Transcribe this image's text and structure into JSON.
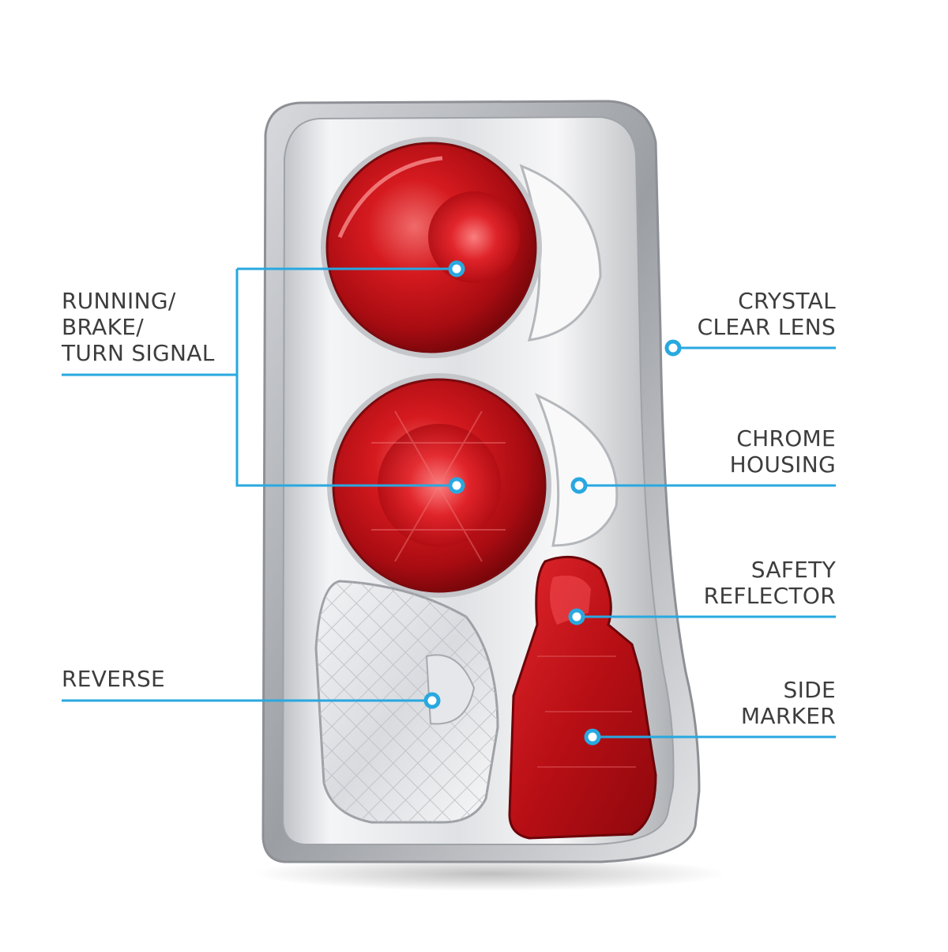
{
  "accent_color": "#29a8e0",
  "callouts": {
    "running_brake_turn": {
      "lines": [
        "RUNNING/",
        "BRAKE/",
        "TURN SIGNAL"
      ]
    },
    "reverse": {
      "lines": [
        "REVERSE"
      ]
    },
    "crystal_clear_lens": {
      "lines": [
        "CRYSTAL",
        "CLEAR LENS"
      ]
    },
    "chrome_housing": {
      "lines": [
        "CHROME",
        "HOUSING"
      ]
    },
    "safety_reflector": {
      "lines": [
        "SAFETY",
        "REFLECTOR"
      ]
    },
    "side_marker": {
      "lines": [
        "SIDE",
        "MARKER"
      ]
    }
  }
}
